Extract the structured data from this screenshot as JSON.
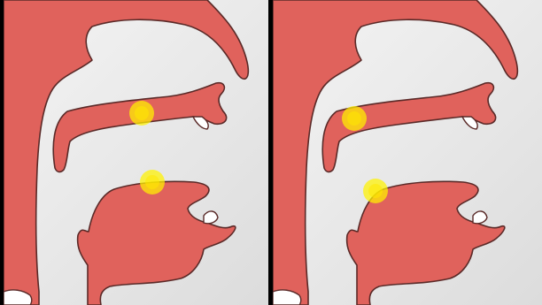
{
  "figure": {
    "panels": [
      {
        "id": "left",
        "highlights": [
          "upper-highlight",
          "lower-highlight"
        ]
      },
      {
        "id": "right",
        "highlights": [
          "upper-highlight",
          "lower-highlight"
        ]
      }
    ],
    "colors": {
      "background": "#000000",
      "panel_bg": "#eeeeee",
      "tissue": "#e0625c",
      "outline": "#5a2a28",
      "tooth": "#ffffff",
      "highlight": "#fff200"
    }
  }
}
